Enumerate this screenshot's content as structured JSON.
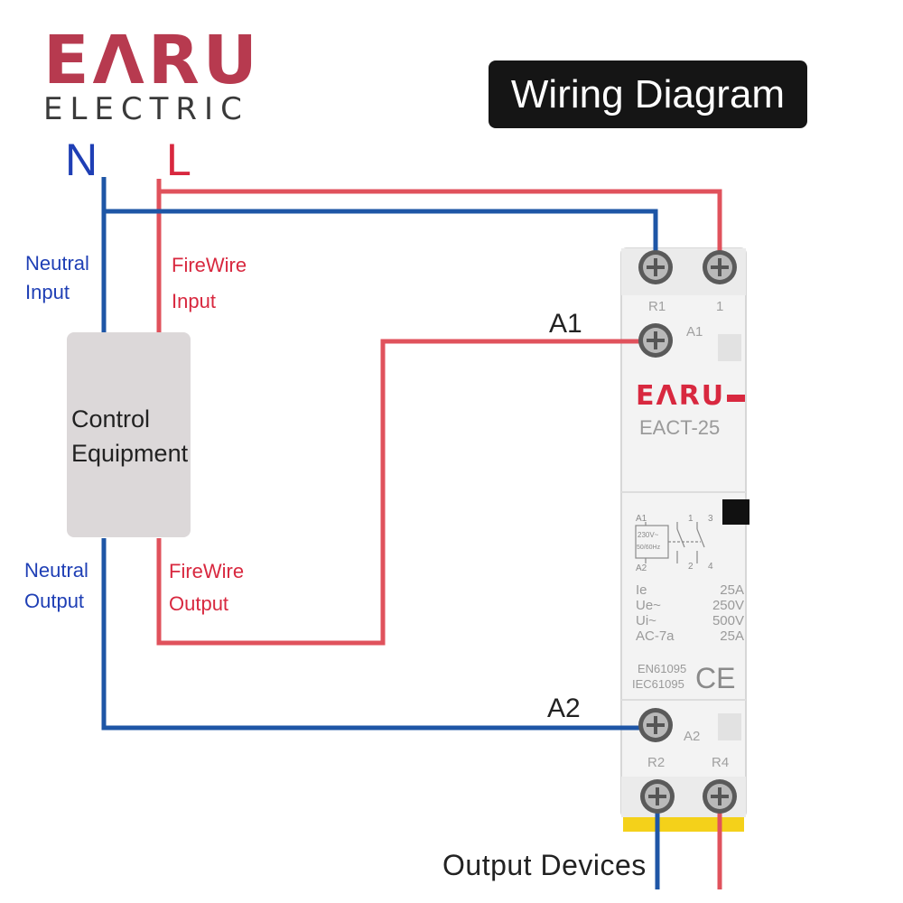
{
  "brand": {
    "name": "EΛRU",
    "subtitle": "ELECTRIC"
  },
  "title": "Wiring Diagram",
  "lines": {
    "neutral": "N",
    "live": "L"
  },
  "labels": {
    "neutral_input": [
      "Neutral",
      "Input"
    ],
    "firewire_input": [
      "FireWire",
      "Input"
    ],
    "neutral_output": [
      "Neutral",
      "Output"
    ],
    "firewire_output": [
      "FireWire",
      "Output"
    ],
    "control_equipment": [
      "Control",
      "Equipment"
    ],
    "a1": "A1",
    "a2": "A2",
    "output_devices": "Output  Devices"
  },
  "contactor": {
    "brand": "EΛRU",
    "model": "EACT-25",
    "terminals": {
      "r1": "R1",
      "one": "1",
      "a1": "A1",
      "a2": "A2",
      "r2": "R2",
      "r4": "R4"
    },
    "schematic": {
      "a1": "A1",
      "a2": "A2",
      "voltage": "230V~",
      "frequency": "50/60Hz",
      "top_left_num": "1",
      "top_right_num": "3",
      "bottom_left_num": "2",
      "bottom_right_num": "4"
    },
    "specs": [
      {
        "name": "Ie",
        "value": "25A"
      },
      {
        "name": "Ue~",
        "value": "250V"
      },
      {
        "name": "Ui~",
        "value": "500V"
      },
      {
        "name": "AC-7a",
        "value": "25A"
      }
    ],
    "standards": [
      "EN61095",
      "IEC61095"
    ],
    "ce_mark": "CE"
  },
  "colors": {
    "neutral_wire": "#1e56a6",
    "live_wire": "#e0525c",
    "brand_red": "#b73a4f"
  }
}
